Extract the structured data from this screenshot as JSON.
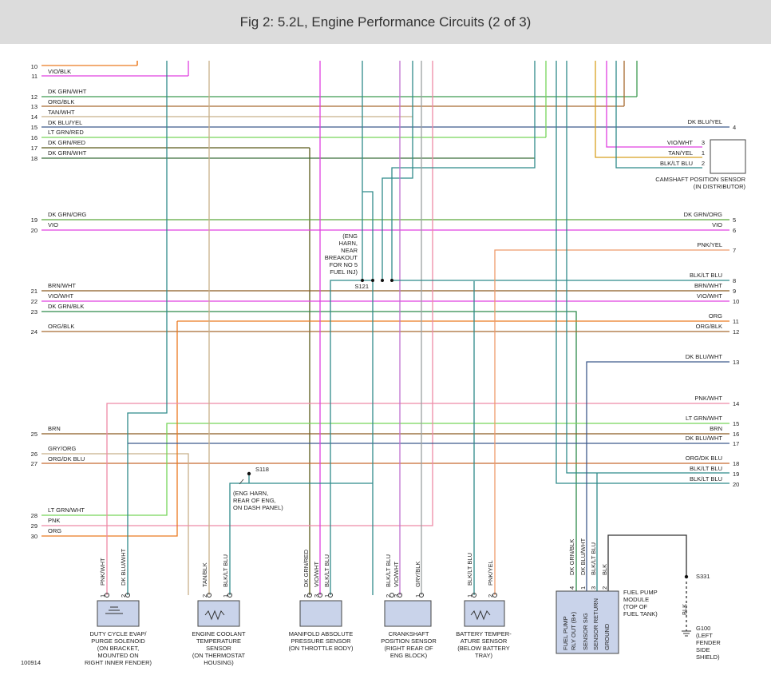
{
  "title": "Fig 2: 5.2L, Engine Performance Circuits (2 of 3)",
  "figure_id": "100914",
  "colors": {
    "vio": "#e040e0",
    "orange": "#ea7a20",
    "tan": "#c8b08a",
    "dk_grn": "#3a6e3a",
    "dk_blu": "#3f5a8c",
    "teal": "#2f8a8a",
    "lt_grn": "#77d55a",
    "brown": "#8a5a20",
    "pink": "#ee8aa6",
    "gray": "#9aa0a0",
    "black": "#333333",
    "olive": "#7a8a2a",
    "yellow": "#d8a020"
  },
  "left_wires": [
    {
      "num": "10",
      "label": ""
    },
    {
      "num": "11",
      "label": "VIO/BLK"
    },
    {
      "num": "12",
      "label": "DK GRN/WHT"
    },
    {
      "num": "13",
      "label": "ORG/BLK"
    },
    {
      "num": "14",
      "label": "TAN/WHT"
    },
    {
      "num": "15",
      "label": "DK BLU/YEL"
    },
    {
      "num": "16",
      "label": "LT GRN/RED"
    },
    {
      "num": "17",
      "label": "DK GRN/RED"
    },
    {
      "num": "18",
      "label": "DK GRN/WHT"
    },
    {
      "num": "19",
      "label": "DK GRN/ORG"
    },
    {
      "num": "20",
      "label": "VIO"
    },
    {
      "num": "21",
      "label": "BRN/WHT"
    },
    {
      "num": "22",
      "label": "VIO/WHT"
    },
    {
      "num": "23",
      "label": "DK GRN/BLK"
    },
    {
      "num": "24",
      "label": "ORG/BLK"
    },
    {
      "num": "25",
      "label": "BRN"
    },
    {
      "num": "26",
      "label": "GRY/ORG"
    },
    {
      "num": "27",
      "label": "ORG/DK BLU"
    },
    {
      "num": "28",
      "label": "LT GRN/WHT"
    },
    {
      "num": "29",
      "label": "PNK"
    },
    {
      "num": "30",
      "label": "ORG"
    }
  ],
  "right_wires": [
    {
      "num": "4",
      "label": "DK BLU/YEL"
    },
    {
      "num": "5",
      "label": "DK GRN/ORG"
    },
    {
      "num": "6",
      "label": "VIO"
    },
    {
      "num": "7",
      "label": "PNK/YEL"
    },
    {
      "num": "8",
      "label": "BLK/LT BLU"
    },
    {
      "num": "9",
      "label": "BRN/WHT"
    },
    {
      "num": "10",
      "label": "VIO/WHT"
    },
    {
      "num": "11",
      "label": "ORG"
    },
    {
      "num": "12",
      "label": "ORG/BLK"
    },
    {
      "num": "13",
      "label": "DK BLU/WHT"
    },
    {
      "num": "14",
      "label": "PNK/WHT"
    },
    {
      "num": "15",
      "label": "LT GRN/WHT"
    },
    {
      "num": "16",
      "label": "BRN"
    },
    {
      "num": "17",
      "label": "DK BLU/WHT"
    },
    {
      "num": "18",
      "label": "ORG/DK BLU"
    },
    {
      "num": "19",
      "label": "BLK/LT BLU"
    },
    {
      "num": "20",
      "label": "BLK/LT BLU"
    }
  ],
  "camshaft_sensor": {
    "pins": [
      {
        "label": "VIO/WHT",
        "pin": "3"
      },
      {
        "label": "TAN/YEL",
        "pin": "1"
      },
      {
        "label": "BLK/LT BLU",
        "pin": "2"
      }
    ],
    "name_line1": "CAMSHAFT POSITION SENSOR",
    "name_line2": "(IN DISTRIBUTOR)"
  },
  "splices": {
    "s121_note": [
      "(ENG",
      "HARN,",
      "NEAR",
      "BREAKOUT",
      "FOR NO 5",
      "FUEL INJ)"
    ],
    "s121": "S121",
    "s118": "S118",
    "s118_note": [
      "(ENG HARN,",
      "REAR OF ENG,",
      "ON DASH PANEL)"
    ],
    "s331": "S331",
    "g100": [
      "G100",
      "(LEFT",
      "FENDER",
      "SIDE",
      "SHIELD)"
    ],
    "blk": "BLK"
  },
  "components": [
    {
      "pins": [
        {
          "num": "1",
          "label": "PNK/WHT"
        },
        {
          "num": "2",
          "label": "DK BLU/WHT"
        }
      ],
      "name": [
        "DUTY CYCLE EVAP/",
        "PURGE SOLENOID",
        "(ON BRACKET,",
        "MOUNTED ON",
        "RIGHT INNER FENDER)"
      ]
    },
    {
      "pins": [
        {
          "num": "2",
          "label": "TAN/BLK"
        },
        {
          "num": "1",
          "label": "BLK/LT BLU"
        }
      ],
      "name": [
        "ENGINE COOLANT",
        "TEMPERATURE",
        "SENSOR",
        "(ON THERMOSTAT",
        "HOUSING)"
      ]
    },
    {
      "pins": [
        {
          "num": "2",
          "label": "DK GRN/RED"
        },
        {
          "num": "3",
          "label": "VIO/WHT"
        },
        {
          "num": "1",
          "label": "BLK/LT BLU"
        }
      ],
      "name": [
        "MANIFOLD ABSOLUTE",
        "PRESSURE SENSOR",
        "(ON THROTTLE BODY)"
      ]
    },
    {
      "pins": [
        {
          "num": "2",
          "label": "BLK/LT BLU"
        },
        {
          "num": "3",
          "label": "VIO/WHT"
        },
        {
          "num": "1",
          "label": "GRY/BLK"
        }
      ],
      "name": [
        "CRANKSHAFT",
        "POSITION SENSOR",
        "(RIGHT REAR OF",
        "ENG BLOCK)"
      ]
    },
    {
      "pins": [
        {
          "num": "1",
          "label": "BLK/LT BLU"
        },
        {
          "num": "2",
          "label": "PNK/YEL"
        }
      ],
      "name": [
        "BATTERY TEMPER-",
        "ATURE SENSOR",
        "(BELOW BATTERY",
        "TRAY)"
      ]
    },
    {
      "pins": [
        {
          "num": "4",
          "label": "DK GRN/BLK"
        },
        {
          "num": "1",
          "label": "DK BLU/WHT"
        },
        {
          "num": "3",
          "label": "BLK/LT BLU"
        },
        {
          "num": "2",
          "label": "BLK"
        }
      ],
      "inner": [
        "FUEL PUMP",
        "RLY OUT (B+)",
        "SENSOR SIG",
        "SENSOR RETURN",
        "GROUND"
      ],
      "name": [
        "FUEL PUMP",
        "MODULE",
        "(TOP OF",
        "FUEL TANK)"
      ]
    }
  ]
}
